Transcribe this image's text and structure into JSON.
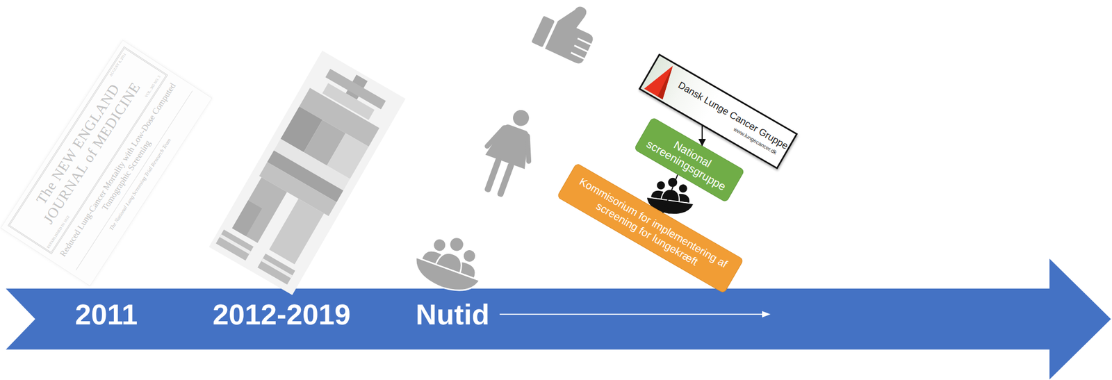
{
  "diagram": {
    "nodes": [
      {
        "text": [
          "Dansk Lunge Cancer Gruppe",
          "www.lungecancer.dk"
        ]
      },
      {
        "text": [
          "National screeningsgruppe"
        ]
      },
      {
        "text": [
          "Kommisorium for implementering af screening for lungekræft"
        ]
      }
    ],
    "edges": [
      {
        "from": 0,
        "to": 1,
        "arrow": "to"
      },
      {
        "from": 1,
        "to": 2,
        "arrow": "to"
      }
    ],
    "labels": [
      "2011",
      "2012-2019",
      "Nutid",
      "The NEW ENGLAND JOURNAL of MEDICINE",
      "ESTABLISHED IN 1812",
      "AUGUST 4, 2011",
      "VOL. 365 NO. 5",
      "Reduced Lung-Cancer Mortality with Low-Dose Computed Tomographic Screening",
      "The National Lung Screening Trial Research Team"
    ]
  }
}
